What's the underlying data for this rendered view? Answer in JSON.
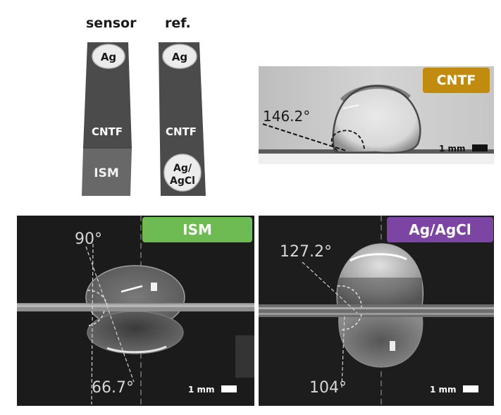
{
  "headers": {
    "sensor": "sensor",
    "ref": "ref."
  },
  "sensor_strip": {
    "top_label": "Ag",
    "mid_label": "CNTF",
    "bottom_label": "ISM"
  },
  "ref_strip": {
    "top_label": "Ag",
    "mid_label": "CNTF",
    "bottom_label_line1": "Ag/",
    "bottom_label_line2": "AgCl"
  },
  "panels": {
    "cntf": {
      "tag": "CNTF",
      "angle": "146.2°",
      "scale": "1 mm"
    },
    "ism": {
      "tag": "ISM",
      "angle_top": "90°",
      "angle_bottom": "66.7°",
      "scale": "1 mm"
    },
    "agagcl": {
      "tag": "Ag/AgCl",
      "angle_top": "127.2°",
      "angle_bottom": "104°",
      "scale": "1 mm"
    }
  },
  "colors": {
    "cntf_tag": "#c08b0e",
    "ism_tag": "#6fbb53",
    "agagcl_tag": "#7d45a3",
    "strip": "#4a4a4a",
    "ism_region": "#666666"
  }
}
